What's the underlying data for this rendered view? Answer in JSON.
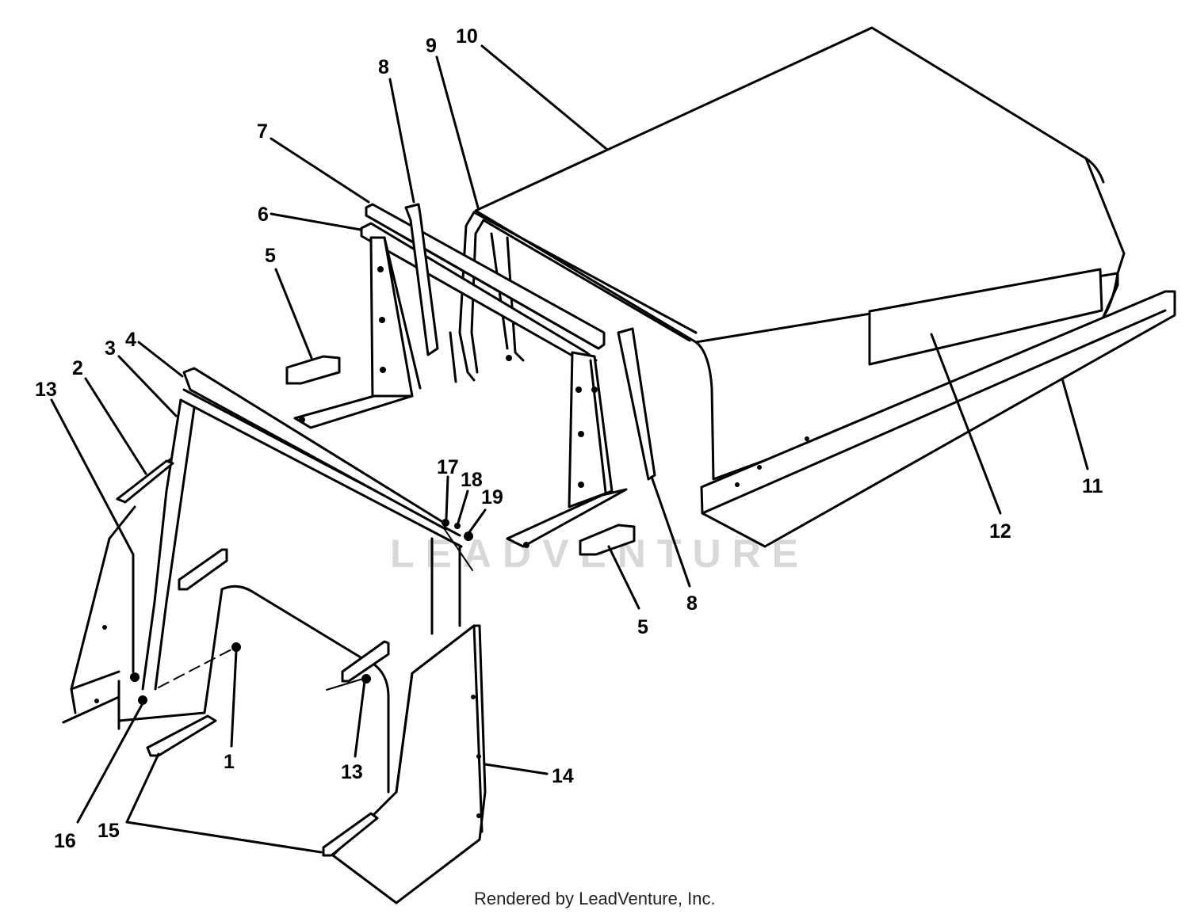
{
  "watermark": "LEADVENTURE",
  "footer": "Rendered by LeadVenture, Inc.",
  "callouts": {
    "c1": "1",
    "c2": "2",
    "c3": "3",
    "c4": "4",
    "c5a": "5",
    "c5b": "5",
    "c6": "6",
    "c7": "7",
    "c8a": "8",
    "c8b": "8",
    "c9": "9",
    "c10": "10",
    "c11": "11",
    "c12": "12",
    "c13a": "13",
    "c13b": "13",
    "c14": "14",
    "c15": "15",
    "c16": "16",
    "c17": "17",
    "c18": "18",
    "c19": "19"
  }
}
